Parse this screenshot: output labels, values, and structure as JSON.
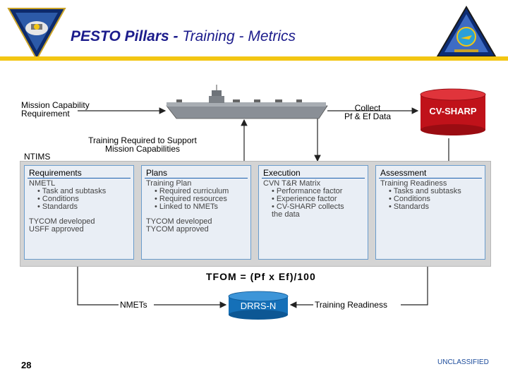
{
  "header": {
    "title_bold": "PESTO Pillars -",
    "title_rest": " Training - Metrics",
    "accent_color": "#f3c613",
    "title_color": "#1c1c8c"
  },
  "diagram": {
    "mission_capability": "Mission Capability Requirement",
    "collect_label_1": "Collect",
    "collect_label_2": "Pf & Ef Data",
    "cv_sharp": "CV-SHARP",
    "training_required_1": "Training Required to Support",
    "training_required_2": "Mission Capabilities",
    "ntims": "NTIMS",
    "columns": [
      {
        "head": "Requirements",
        "lines": [
          "NMETL",
          "• Task and subtasks",
          "• Conditions",
          "• Standards"
        ],
        "lines2": [
          "TYCOM developed",
          "USFF approved"
        ]
      },
      {
        "head": "Plans",
        "lines": [
          "Training Plan",
          "• Required curriculum",
          "• Required resources",
          "• Linked to NMETs"
        ],
        "lines2": [
          "TYCOM developed",
          "TYCOM approved"
        ]
      },
      {
        "head": "Execution",
        "lines": [
          "CVN T&R Matrix",
          "• Performance factor",
          "• Experience factor",
          "• CV-SHARP collects",
          "the data"
        ],
        "lines2": []
      },
      {
        "head": "Assessment",
        "lines": [
          "Training Readiness",
          "• Tasks and subtasks",
          "• Conditions",
          "• Standards"
        ],
        "lines2": []
      }
    ],
    "tfom": "TFOM = (Pf x Ef)/100",
    "nmets": "NMETs",
    "drrs": "DRRS-N",
    "training_readiness": "Training Readiness"
  },
  "footer": {
    "page_number": "28",
    "classification": "UNCLASSIFIED"
  }
}
